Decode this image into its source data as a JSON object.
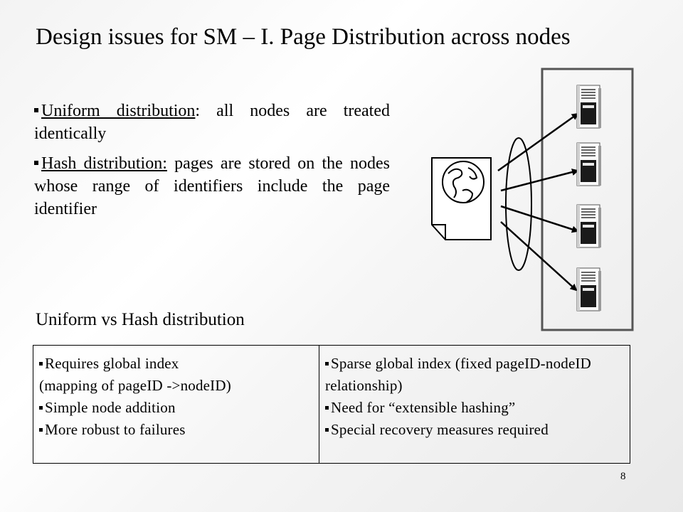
{
  "title": "Design issues for SM – I. Page Distribution across nodes",
  "bullets": [
    {
      "label": "Uniform distribution",
      "text": ": all nodes are treated identically"
    },
    {
      "label": "Hash distribution:",
      "text": " pages are stored on the nodes whose range of identifiers include the page identifier"
    }
  ],
  "subtitle": "Uniform vs Hash distribution",
  "table": {
    "left": [
      "Requires global index",
      "(mapping of pageID ->nodeID)",
      "Simple node addition",
      "More robust to failures"
    ],
    "right": [
      "Sparse global index (fixed pageID-nodeID relationship)",
      "Need for “extensible hashing”",
      "Special recovery measures required"
    ]
  },
  "diagram": {
    "icons": [
      "web-page-globe-icon",
      "server-icon"
    ],
    "server_count": 4
  },
  "page_number": "8"
}
